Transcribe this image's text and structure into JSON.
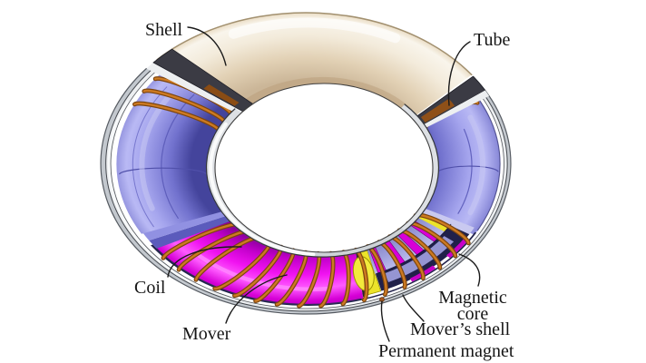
{
  "figure_labels": {
    "shell": "Shell",
    "tube": "Tube",
    "coil": "Coil",
    "mover": "Mover",
    "magnetic_core_line1": "Magnetic",
    "magnetic_core_line2": "core",
    "movers_shell": "Mover’s shell",
    "permanent_magnet": "Permanent magnet"
  },
  "palette": {
    "background": "#ffffff",
    "shell_cream": "#ecddc2",
    "tube_blue": "#8585da",
    "coil_copper": "#cd7a22",
    "coil_copper_dark": "#7c450f",
    "mover_magenta": "#e800e8",
    "magnet_magenta": "#d800d8",
    "core_lavender": "#b9b9e9",
    "end_ring_yellow": "#ece32a",
    "chrome_light": "#eceef0",
    "chrome_mid": "#c3c8ce",
    "shadow_navy": "#20204a",
    "cut_face": "#3b3b44",
    "label_text": "#151515",
    "leader_line": "#1a1a1a"
  }
}
